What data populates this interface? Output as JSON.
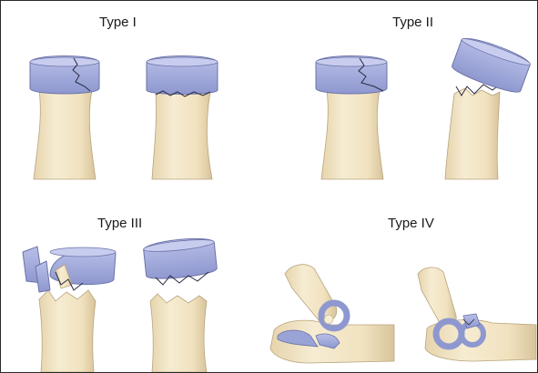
{
  "panels": {
    "type1": {
      "label": "Type I"
    },
    "type2": {
      "label": "Type II"
    },
    "type3": {
      "label": "Type III"
    },
    "type4": {
      "label": "Type IV"
    }
  },
  "colors": {
    "bone": "#f1e4c4",
    "bone_shadow": "#d9c59c",
    "cartilage": "#9aa3d6",
    "cartilage_top": "#b7bde6",
    "outline": "#555555"
  }
}
